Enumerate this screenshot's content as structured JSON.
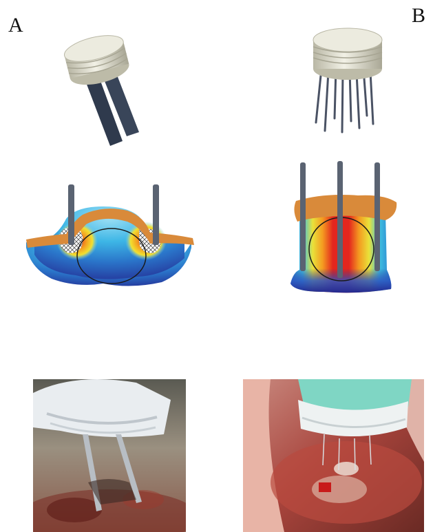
{
  "figure": {
    "panel_a_label": "A",
    "panel_b_label": "B"
  },
  "colors": {
    "electrode": "#2f3a4d",
    "needle": "#5a6372",
    "tissue_surface": "#d98a3a",
    "field_hot": "#e3261e",
    "field_cold": "#2a2f9a",
    "cap": "#dedcca"
  },
  "icons": {
    "panel_a_device": "plate-electrode-applicator",
    "panel_b_device": "needle-array-applicator",
    "panel_a_photo": "surgical-plate-electrode-photo",
    "panel_b_photo": "surgical-needle-electrode-photo"
  }
}
